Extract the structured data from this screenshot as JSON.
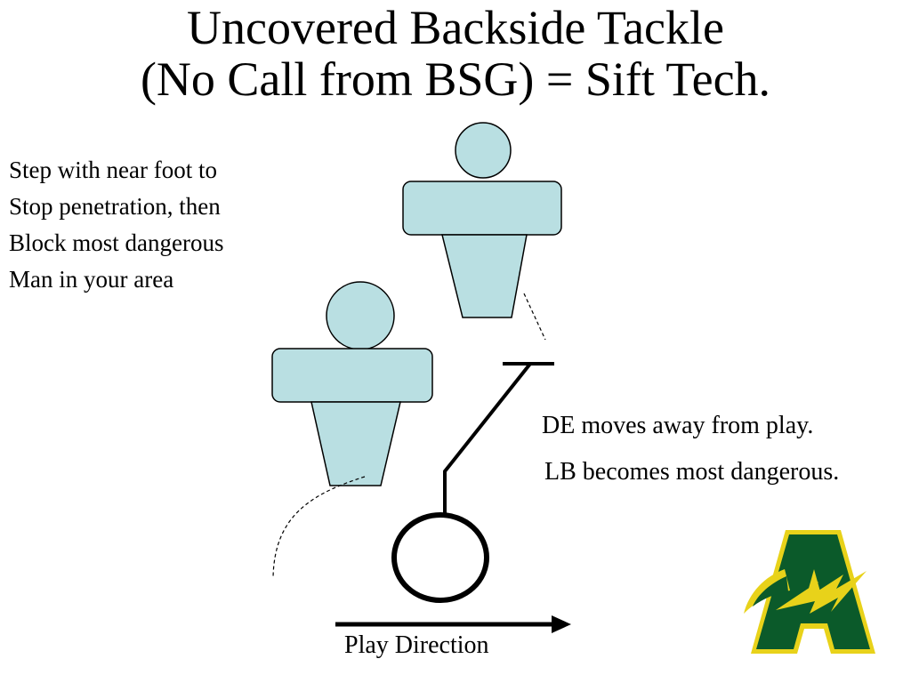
{
  "slide": {
    "title_line1": "Uncovered Backside Tackle",
    "title_line2": "(No Call from BSG) = Sift Tech.",
    "instruction_lines": [
      "Step with near foot to",
      "Stop penetration, then",
      "Block most dangerous",
      "Man in your area"
    ],
    "de_note": "DE moves away from play.",
    "lb_note": "LB becomes most dangerous.",
    "arrow_label": "Play Direction"
  },
  "colors": {
    "player_fill": "#b9dfe2",
    "player_stroke": "#000000",
    "logo_green": "#0b5a2a",
    "logo_gold": "#e8d21a"
  },
  "icons": {
    "logo": "letter-a-lightning-logo"
  }
}
